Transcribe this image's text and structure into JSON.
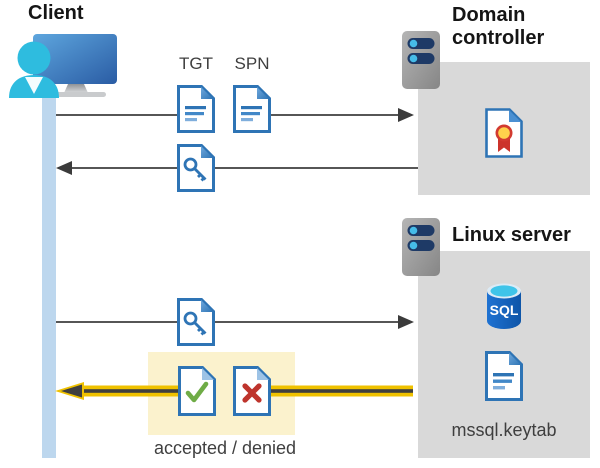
{
  "client": {
    "title": "Client"
  },
  "domain_controller": {
    "title": "Domain controller"
  },
  "linux_server": {
    "title": "Linux server",
    "sql_badge": "SQL",
    "keytab_filename": "mssql.keytab"
  },
  "messages": {
    "tgt_label": "TGT",
    "spn_label": "SPN",
    "result_label": "accepted / denied"
  },
  "flows": [
    {
      "from": "client",
      "to": "domain-controller",
      "direction": "right",
      "artifacts": [
        "TGT document",
        "SPN document"
      ]
    },
    {
      "from": "domain-controller",
      "to": "client",
      "direction": "left",
      "artifacts": [
        "key document"
      ]
    },
    {
      "from": "client",
      "to": "linux-server",
      "direction": "right",
      "artifacts": [
        "key document"
      ]
    },
    {
      "from": "linux-server",
      "to": "client",
      "direction": "left",
      "artifacts": [
        "accepted document",
        "denied document"
      ],
      "highlighted": true
    }
  ],
  "icons": {
    "client": "user-at-monitor-icon",
    "servers": "rack-server-icon",
    "tgt_spn": "text-document-icon",
    "ticket": "key-document-icon",
    "domain_controller_content": "certificate-document-icon",
    "linux_content": [
      "sql-database-icon",
      "text-document-icon"
    ],
    "result": [
      "check-document-icon",
      "x-document-icon"
    ]
  },
  "colors": {
    "accent_blue": "#2e74b5",
    "doc_line_light": "#7faedc",
    "client_cyan": "#2ebcdf",
    "monitor_blue_light": "#58a0dc",
    "monitor_blue_dark": "#2b5fa8",
    "panel_gray": "#d9d9d9",
    "lifeline_blue": "#bdd7ee",
    "highlight_yellow": "#fbf2cd",
    "arrow_gold": "#efc100",
    "arrow_gray": "#565656",
    "server_body_gray": "#9a9a9a",
    "server_navy": "#1e3a66",
    "server_dot_blue": "#46bce8",
    "sql_blue": "#1565c4",
    "sql_top_cyan": "#3fc4e9",
    "success_green": "#6fac46",
    "denied_red": "#be342c",
    "cert_red": "#d23a30",
    "cert_yellow": "#ffd24c"
  }
}
